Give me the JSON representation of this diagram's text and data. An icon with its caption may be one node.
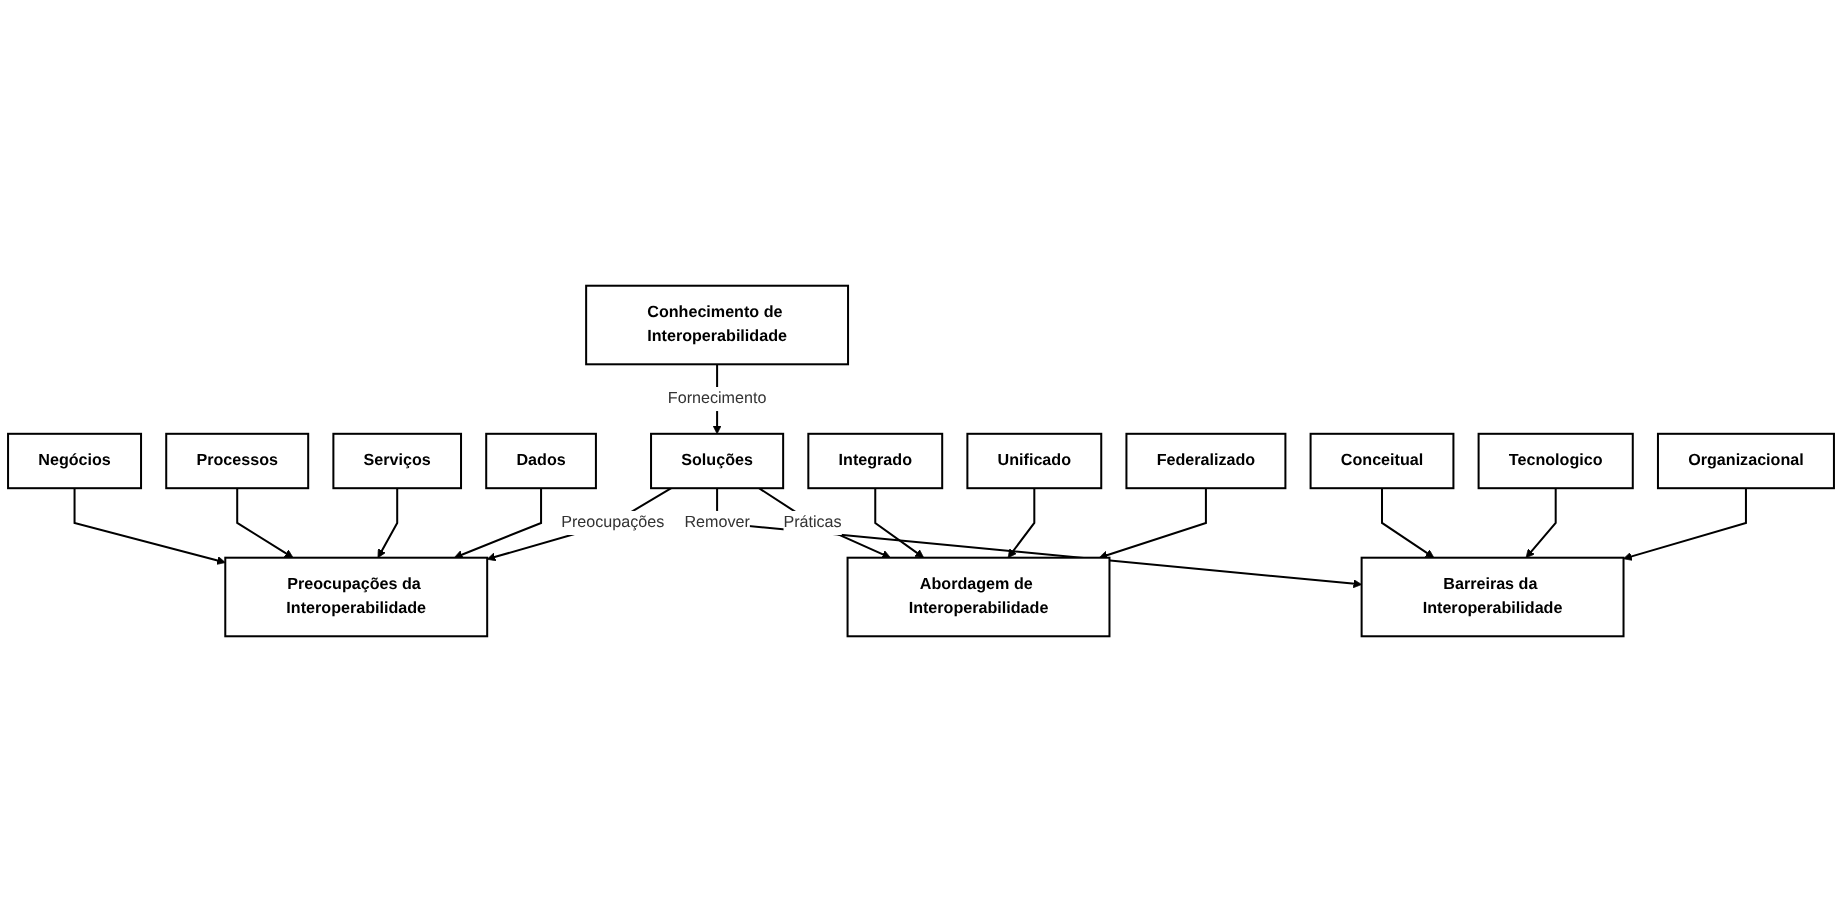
{
  "diagram": {
    "nodes": [
      {
        "text": [
          "Conhecimento de Interoperabilidade"
        ]
      },
      {
        "text": [
          "Soluções"
        ]
      },
      {
        "text": [
          "Negócios"
        ]
      },
      {
        "text": [
          "Conceitual"
        ]
      },
      {
        "text": [
          "Preocupações da Interoperabilidade"
        ]
      },
      {
        "text": [
          "Barreiras da Interoperabilidade"
        ]
      },
      {
        "text": [
          "Processos"
        ]
      },
      {
        "text": [
          "Tecnologico"
        ]
      },
      {
        "text": [
          "Serviços"
        ]
      },
      {
        "text": [
          "Abordagem de Interoperabilidade"
        ]
      },
      {
        "text": [
          "Organizacional"
        ]
      },
      {
        "text": [
          "Dados"
        ]
      },
      {
        "text": [
          "Integrado"
        ]
      },
      {
        "text": [
          "Unificado"
        ]
      },
      {
        "text": [
          "Federalizado"
        ]
      }
    ],
    "edges": [
      {
        "from": 0,
        "to": 1,
        "arrow": "to",
        "label": "Fornecimento"
      },
      {
        "from": 1,
        "to": 4,
        "arrow": "to",
        "label": "Preocupações"
      },
      {
        "from": 1,
        "to": 5,
        "arrow": "to",
        "label": "Remover"
      },
      {
        "from": 1,
        "to": 9,
        "arrow": "to",
        "label": "Práticas"
      },
      {
        "from": 2,
        "to": 4,
        "arrow": "to"
      },
      {
        "from": 6,
        "to": 4,
        "arrow": "to"
      },
      {
        "from": 8,
        "to": 4,
        "arrow": "to"
      },
      {
        "from": 11,
        "to": 4,
        "arrow": "to"
      },
      {
        "from": 3,
        "to": 5,
        "arrow": "to"
      },
      {
        "from": 7,
        "to": 5,
        "arrow": "to"
      },
      {
        "from": 10,
        "to": 5,
        "arrow": "to"
      },
      {
        "from": 12,
        "to": 9,
        "arrow": "to"
      },
      {
        "from": 13,
        "to": 9,
        "arrow": "to"
      },
      {
        "from": 14,
        "to": 9,
        "arrow": "to"
      }
    ]
  }
}
